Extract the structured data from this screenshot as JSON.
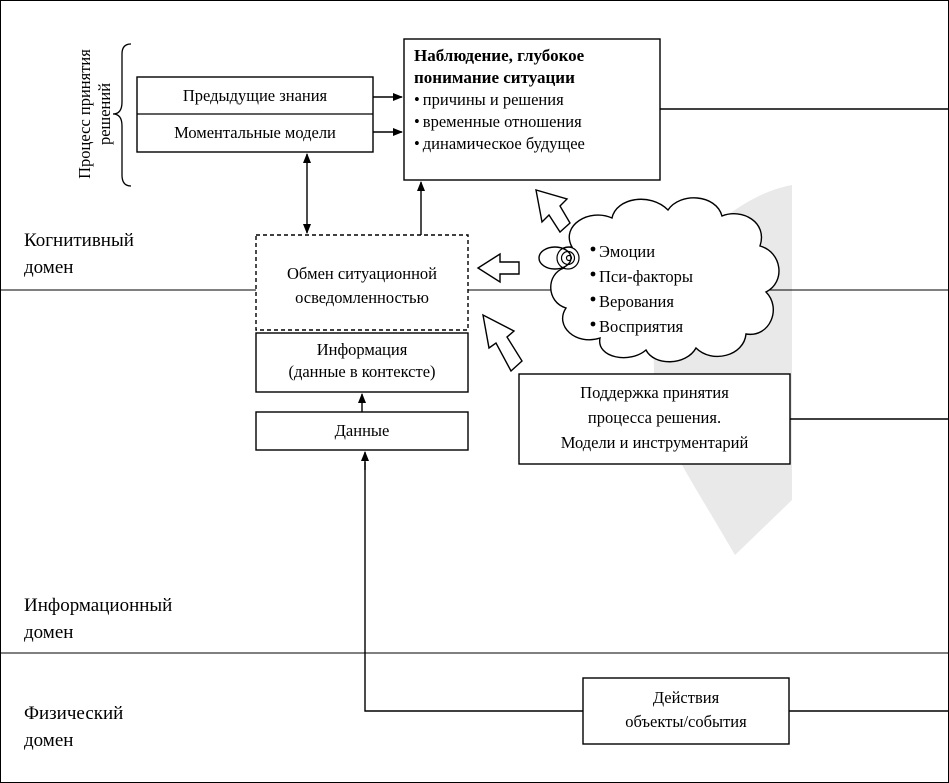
{
  "domains": {
    "cognitive": "Когнитивный\nдомен",
    "information": "Информационный\nдомен",
    "physical": "Физический\nдомен"
  },
  "decision_process": "Процесс принятия\nрешений",
  "boxes": {
    "prior_knowledge": "Предыдущие знания",
    "momentary_models": "Моментальные модели",
    "observation_title": "Наблюдение, глубокое\nпонимание ситуации",
    "observation_items": [
      "причины и решения",
      "временные отношения",
      "динамическое будущее"
    ],
    "sa_exchange": "Обмен ситуационной\nосведомленностью",
    "information": "Информация\n(данные в контексте)",
    "data": "Данные",
    "decision_support": "Поддержка принятия\nпроцесса решения.\nМодели и инструментарий",
    "actions": "Действия\nобъекты/события"
  },
  "cloud_items": [
    "Эмоции",
    "Пси-факторы",
    "Верования",
    "Восприятия"
  ]
}
